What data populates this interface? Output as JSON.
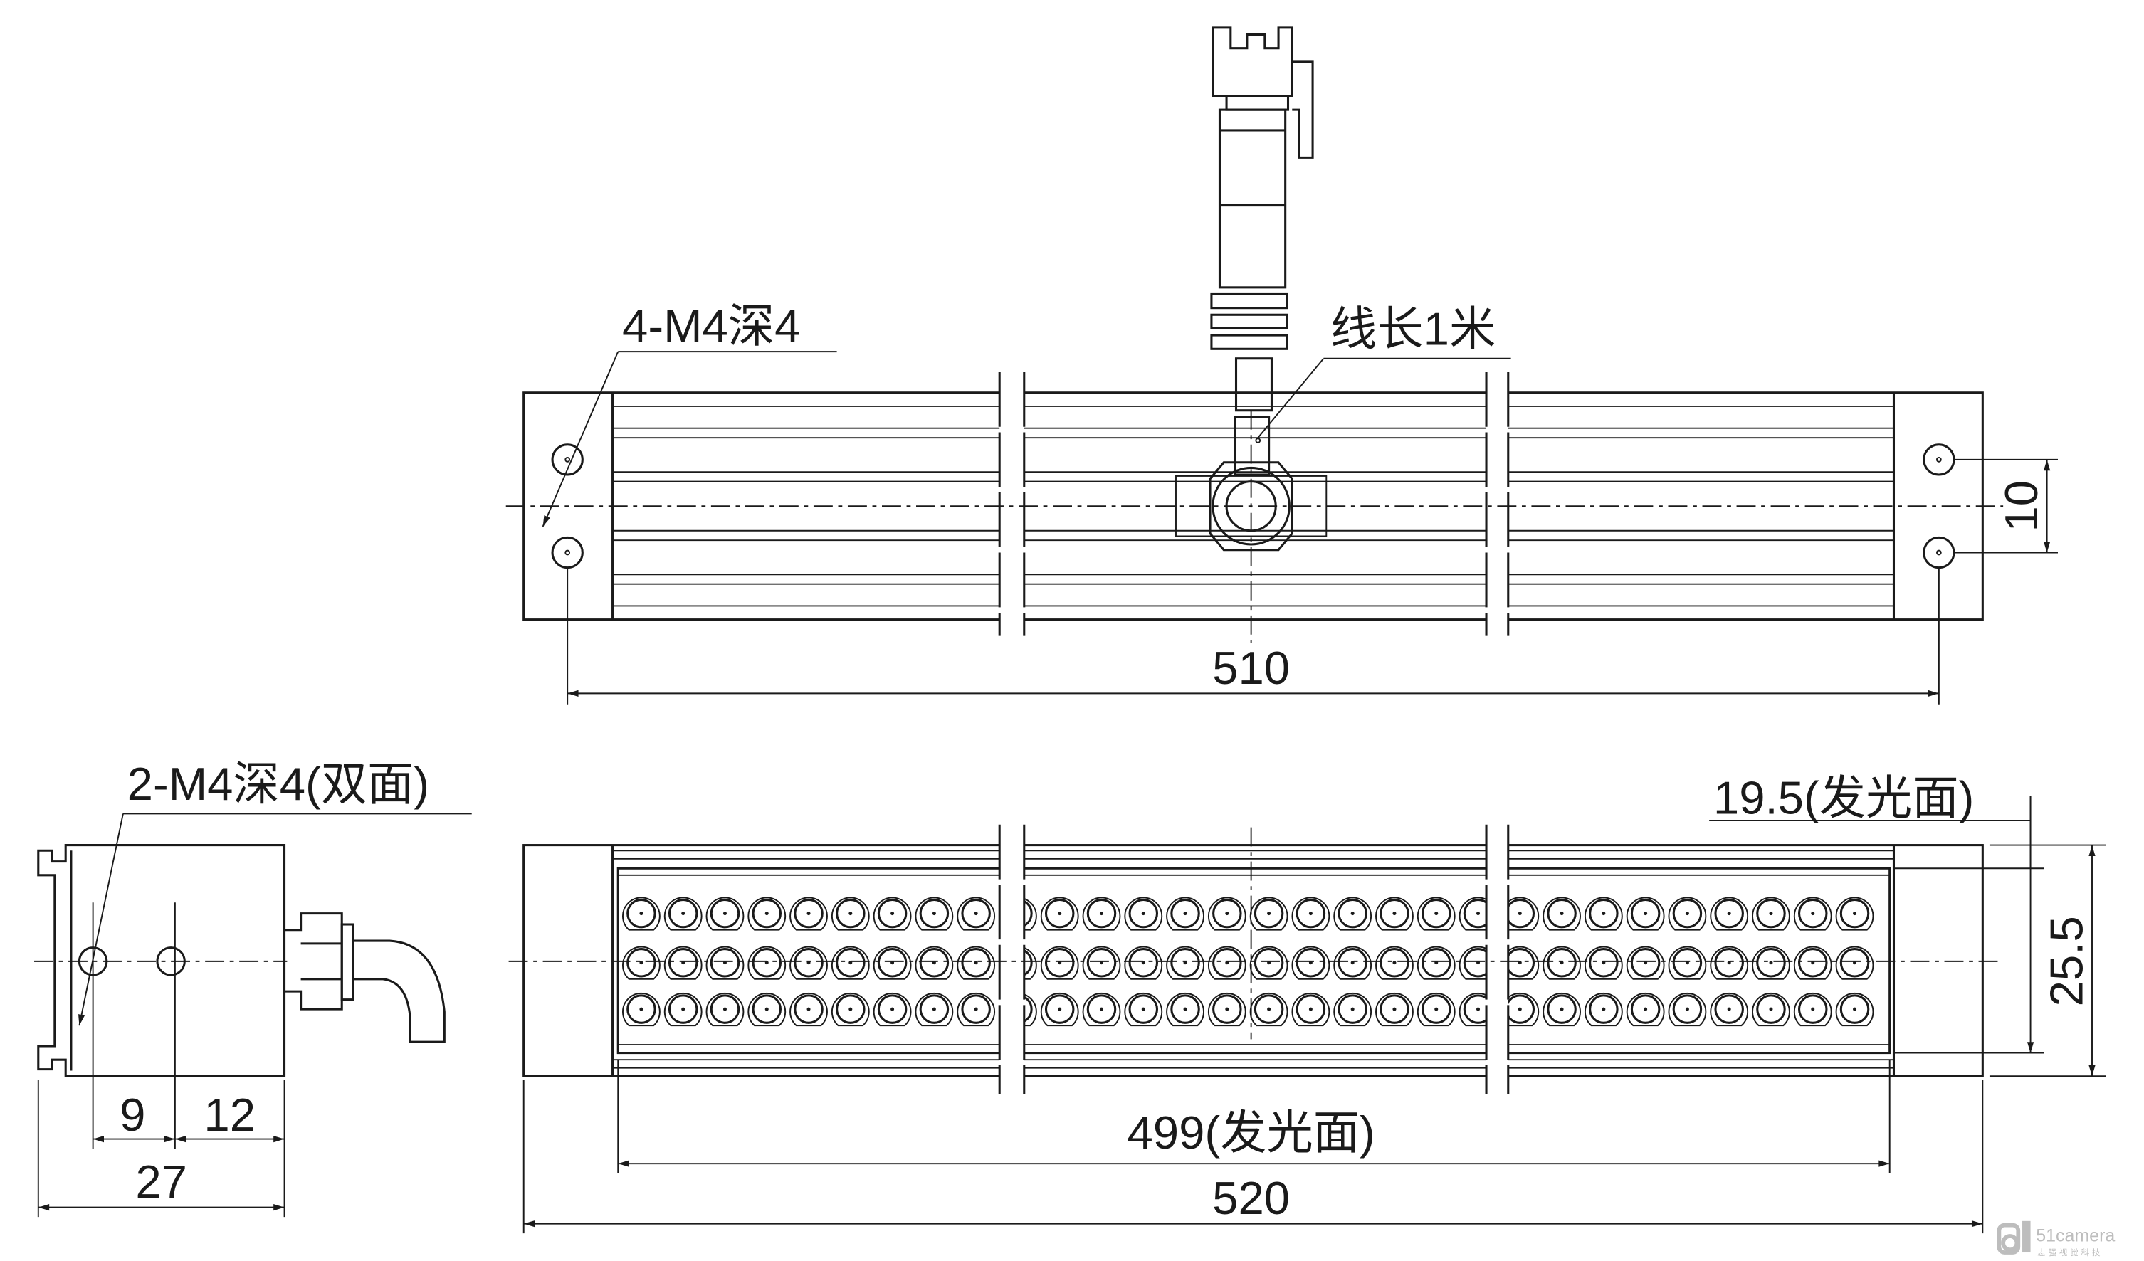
{
  "top_view": {
    "hole_callout": "4-M4深4",
    "cable_callout": "线长1米",
    "dim_hole_spacing_vertical": "10",
    "dim_hole_spacing_horizontal": "510"
  },
  "side_view": {
    "hole_callout": "2-M4深4(双面)",
    "dim_a": "9",
    "dim_b": "12",
    "dim_total": "27"
  },
  "front_view": {
    "dim_emitting_height": "19.5(发光面)",
    "dim_height": "25.5",
    "dim_emitting_length": "499(发光面)",
    "dim_length": "520",
    "led_rows": 3,
    "led_columns": 30
  },
  "watermark": {
    "brand": "51camera",
    "subtitle": "志强视觉科技"
  }
}
